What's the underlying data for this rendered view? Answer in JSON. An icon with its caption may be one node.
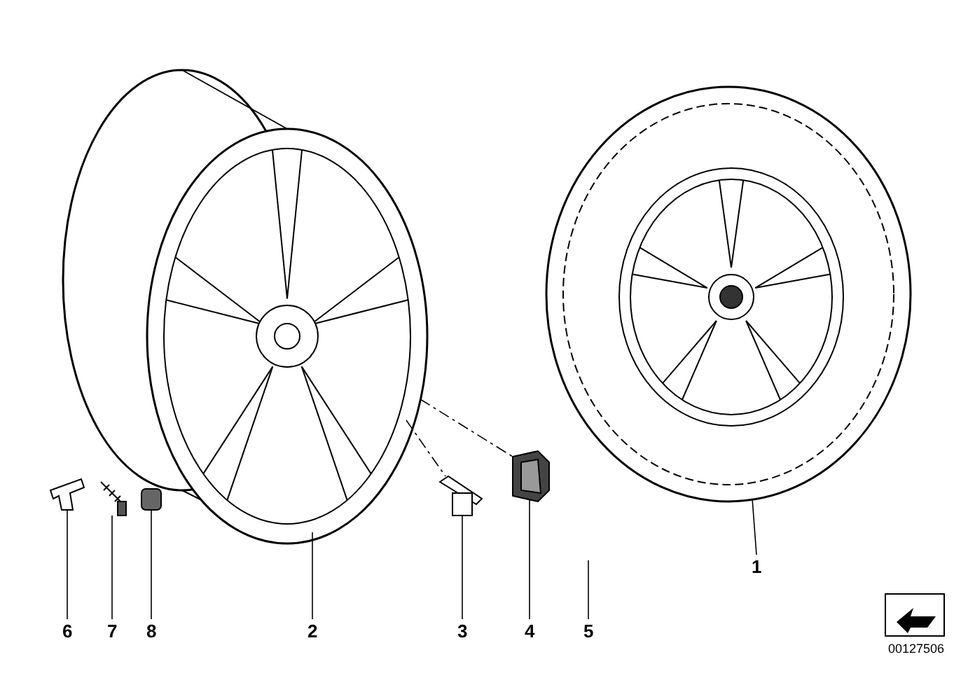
{
  "diagram": {
    "nodes": [
      {
        "text": [
          "1"
        ]
      },
      {
        "text": [
          "6"
        ]
      },
      {
        "text": [
          "7"
        ]
      },
      {
        "text": [
          "8"
        ]
      },
      {
        "text": [
          "2"
        ]
      },
      {
        "text": [
          "3"
        ]
      },
      {
        "text": [
          "4"
        ]
      },
      {
        "text": [
          "5"
        ]
      },
      {
        "text": [],
        "shape": "picture"
      },
      {
        "text": [],
        "shape": "picture"
      },
      {
        "text": [],
        "shape": "picture"
      },
      {
        "text": [],
        "shape": "picture"
      },
      {
        "text": [],
        "shape": "picture"
      },
      {
        "text": [],
        "shape": "picture"
      },
      {
        "text": [],
        "shape": "picture"
      }
    ],
    "edges": [
      {
        "from": 0,
        "to": 8,
        "arrow": "none"
      },
      {
        "from": 1,
        "to": 9,
        "arrow": "none"
      },
      {
        "from": 2,
        "to": 10,
        "arrow": "none"
      },
      {
        "from": 3,
        "to": 11,
        "arrow": "none"
      },
      {
        "from": 4,
        "to": 12,
        "arrow": "none"
      },
      {
        "from": 5,
        "to": 13,
        "arrow": "none"
      },
      {
        "from": 6,
        "to": 14,
        "arrow": "none"
      },
      {
        "from": 7,
        "to": null,
        "arrow": "none"
      },
      {
        "from": 12,
        "to": 13,
        "arrow": "none",
        "style": "dashed"
      },
      {
        "from": 12,
        "to": 14,
        "arrow": "none",
        "style": "dashed"
      }
    ],
    "labels": [
      "00127506"
    ]
  }
}
